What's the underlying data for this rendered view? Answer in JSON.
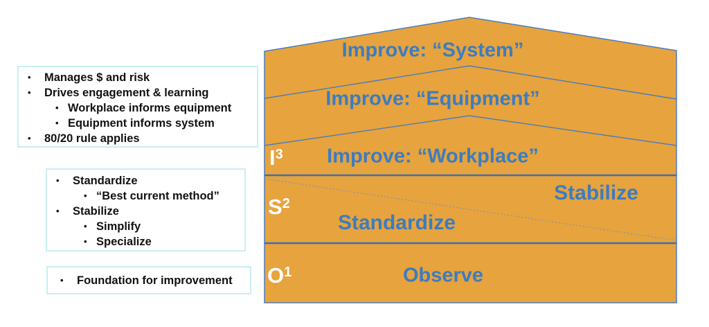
{
  "bullet": "•",
  "colors": {
    "pyramid_fill": "#E7A33D",
    "pyramid_outline": "#4A7CBE",
    "divider_solid": "#3E6FB0",
    "divider_dotted": "#7E94AC",
    "layer_text_blue": "#3C7CC0",
    "code_text_white": "#FFFFFF",
    "note_box_border": "#C9EEF2",
    "note_text": "#111111"
  },
  "notes": [
    {
      "lines": [
        {
          "text": "Manages $ and risk"
        },
        {
          "text": "Drives engagement & learning"
        },
        {
          "text": "Workplace informs equipment"
        },
        {
          "text": "Equipment informs system"
        },
        {
          "text": "80/20 rule applies"
        }
      ]
    },
    {
      "lines": [
        {
          "text": "Standardize"
        },
        {
          "text": "“Best current method”"
        },
        {
          "text": "Stabilize"
        },
        {
          "text": "Simplify"
        },
        {
          "text": "Specialize"
        }
      ]
    },
    {
      "lines": [
        {
          "text": "Foundation for improvement"
        }
      ]
    }
  ],
  "pyramid": {
    "layers": [
      {
        "label": "Improve: “System”"
      },
      {
        "label": "Improve: “Equipment”"
      },
      {
        "label": "Improve: “Workplace”"
      },
      {
        "label_right": "Stabilize",
        "label_left": "Standardize"
      },
      {
        "label": "Observe"
      }
    ],
    "codes": {
      "improve": {
        "letter": "I",
        "sup": "3"
      },
      "standardize_stabilize": {
        "letter": "S",
        "sup": "2"
      },
      "observe": {
        "letter": "O",
        "sup": "1"
      }
    }
  }
}
